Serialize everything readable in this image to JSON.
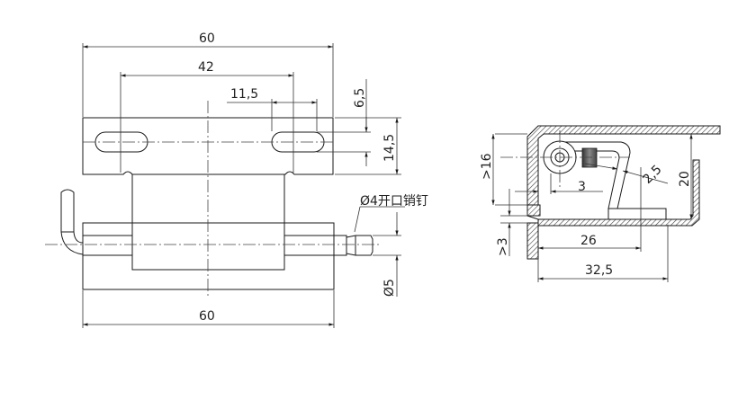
{
  "front_view": {
    "dim_top_width": "60",
    "dim_slot_spacing": "42",
    "dim_slot_length": "11,5",
    "dim_slot_width": "6,5",
    "dim_leaf_height": "14,5",
    "dim_pin_note": "Ø4开口销钉",
    "dim_pin_dia": "Ø5",
    "dim_bottom_width": "60"
  },
  "side_view": {
    "dim_gap_16": ">16",
    "dim_3": "3",
    "dim_2_5": "2,5",
    "dim_20": "20",
    "dim_gap_3": ">3",
    "dim_26": "26",
    "dim_32_5": "32,5"
  },
  "colors": {
    "line": "#1a1a1a",
    "hatch": "#444444",
    "pin_shade": "#555555"
  }
}
